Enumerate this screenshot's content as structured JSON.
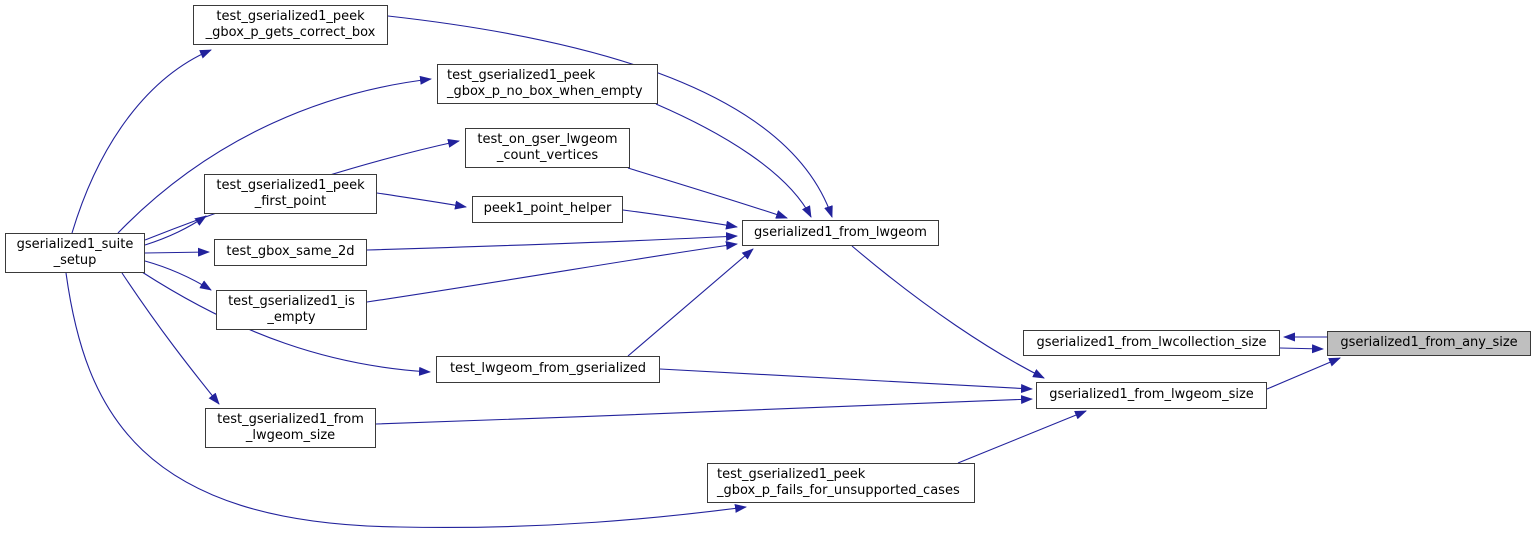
{
  "diagram": {
    "type": "call-graph",
    "colors": {
      "edge": "#22229c",
      "node_fill": "#ffffff",
      "node_border": "#3a3a3a",
      "highlight_fill": "#bfbfbf",
      "text": "#000000"
    },
    "highlighted_node": "gserialized1_from_any_size",
    "nodes": [
      {
        "id": "gserialized1_suite_setup",
        "lines": [
          "gserialized1_suite",
          "_setup"
        ],
        "highlighted": false
      },
      {
        "id": "test_gserialized1_peek_gbox_p_gets_correct_box",
        "lines": [
          "test_gserialized1_peek",
          "_gbox_p_gets_correct_box"
        ],
        "highlighted": false
      },
      {
        "id": "test_gserialized1_peek_gbox_p_no_box_when_empty",
        "lines": [
          "test_gserialized1_peek",
          "_gbox_p_no_box_when_empty"
        ],
        "highlighted": false
      },
      {
        "id": "test_on_gser_lwgeom_count_vertices",
        "lines": [
          "test_on_gser_lwgeom",
          "_count_vertices"
        ],
        "highlighted": false
      },
      {
        "id": "test_gserialized1_peek_first_point",
        "lines": [
          "test_gserialized1_peek",
          "_first_point"
        ],
        "highlighted": false
      },
      {
        "id": "peek1_point_helper",
        "lines": [
          "peek1_point_helper"
        ],
        "highlighted": false
      },
      {
        "id": "test_gbox_same_2d",
        "lines": [
          "test_gbox_same_2d"
        ],
        "highlighted": false
      },
      {
        "id": "test_gserialized1_is_empty",
        "lines": [
          "test_gserialized1_is",
          "_empty"
        ],
        "highlighted": false
      },
      {
        "id": "gserialized1_from_lwgeom",
        "lines": [
          "gserialized1_from_lwgeom"
        ],
        "highlighted": false
      },
      {
        "id": "test_lwgeom_from_gserialized",
        "lines": [
          "test_lwgeom_from_gserialized"
        ],
        "highlighted": false
      },
      {
        "id": "test_gserialized1_from_lwgeom_size",
        "lines": [
          "test_gserialized1_from",
          "_lwgeom_size"
        ],
        "highlighted": false
      },
      {
        "id": "gserialized1_from_lwcollection_size",
        "lines": [
          "gserialized1_from_lwcollection_size"
        ],
        "highlighted": false
      },
      {
        "id": "gserialized1_from_any_size",
        "lines": [
          "gserialized1_from_any_size"
        ],
        "highlighted": true
      },
      {
        "id": "gserialized1_from_lwgeom_size",
        "lines": [
          "gserialized1_from_lwgeom_size"
        ],
        "highlighted": false
      },
      {
        "id": "test_gserialized1_peek_gbox_p_fails_for_unsupported_cases",
        "lines": [
          "test_gserialized1_peek",
          "_gbox_p_fails_for_unsupported_cases"
        ],
        "highlighted": false
      }
    ],
    "edges": [
      {
        "from": "gserialized1_suite_setup",
        "to": "test_gserialized1_peek_gbox_p_gets_correct_box"
      },
      {
        "from": "gserialized1_suite_setup",
        "to": "test_gserialized1_peek_gbox_p_no_box_when_empty"
      },
      {
        "from": "gserialized1_suite_setup",
        "to": "test_on_gser_lwgeom_count_vertices"
      },
      {
        "from": "gserialized1_suite_setup",
        "to": "test_gserialized1_peek_first_point"
      },
      {
        "from": "gserialized1_suite_setup",
        "to": "test_gbox_same_2d"
      },
      {
        "from": "gserialized1_suite_setup",
        "to": "test_gserialized1_is_empty"
      },
      {
        "from": "gserialized1_suite_setup",
        "to": "test_lwgeom_from_gserialized"
      },
      {
        "from": "gserialized1_suite_setup",
        "to": "test_gserialized1_from_lwgeom_size"
      },
      {
        "from": "gserialized1_suite_setup",
        "to": "test_gserialized1_peek_gbox_p_fails_for_unsupported_cases"
      },
      {
        "from": "test_gserialized1_peek_first_point",
        "to": "peek1_point_helper"
      },
      {
        "from": "test_gserialized1_peek_gbox_p_gets_correct_box",
        "to": "gserialized1_from_lwgeom"
      },
      {
        "from": "test_gserialized1_peek_gbox_p_no_box_when_empty",
        "to": "gserialized1_from_lwgeom"
      },
      {
        "from": "test_on_gser_lwgeom_count_vertices",
        "to": "gserialized1_from_lwgeom"
      },
      {
        "from": "peek1_point_helper",
        "to": "gserialized1_from_lwgeom"
      },
      {
        "from": "test_gbox_same_2d",
        "to": "gserialized1_from_lwgeom"
      },
      {
        "from": "test_gserialized1_is_empty",
        "to": "gserialized1_from_lwgeom"
      },
      {
        "from": "test_lwgeom_from_gserialized",
        "to": "gserialized1_from_lwgeom"
      },
      {
        "from": "gserialized1_from_lwgeom",
        "to": "gserialized1_from_lwgeom_size"
      },
      {
        "from": "test_lwgeom_from_gserialized",
        "to": "gserialized1_from_lwgeom_size"
      },
      {
        "from": "test_gserialized1_from_lwgeom_size",
        "to": "gserialized1_from_lwgeom_size"
      },
      {
        "from": "test_gserialized1_peek_gbox_p_fails_for_unsupported_cases",
        "to": "gserialized1_from_lwgeom_size"
      },
      {
        "from": "gserialized1_from_lwgeom_size",
        "to": "gserialized1_from_any_size"
      },
      {
        "from": "gserialized1_from_lwcollection_size",
        "to": "gserialized1_from_any_size"
      },
      {
        "from": "gserialized1_from_any_size",
        "to": "gserialized1_from_lwcollection_size"
      }
    ]
  }
}
